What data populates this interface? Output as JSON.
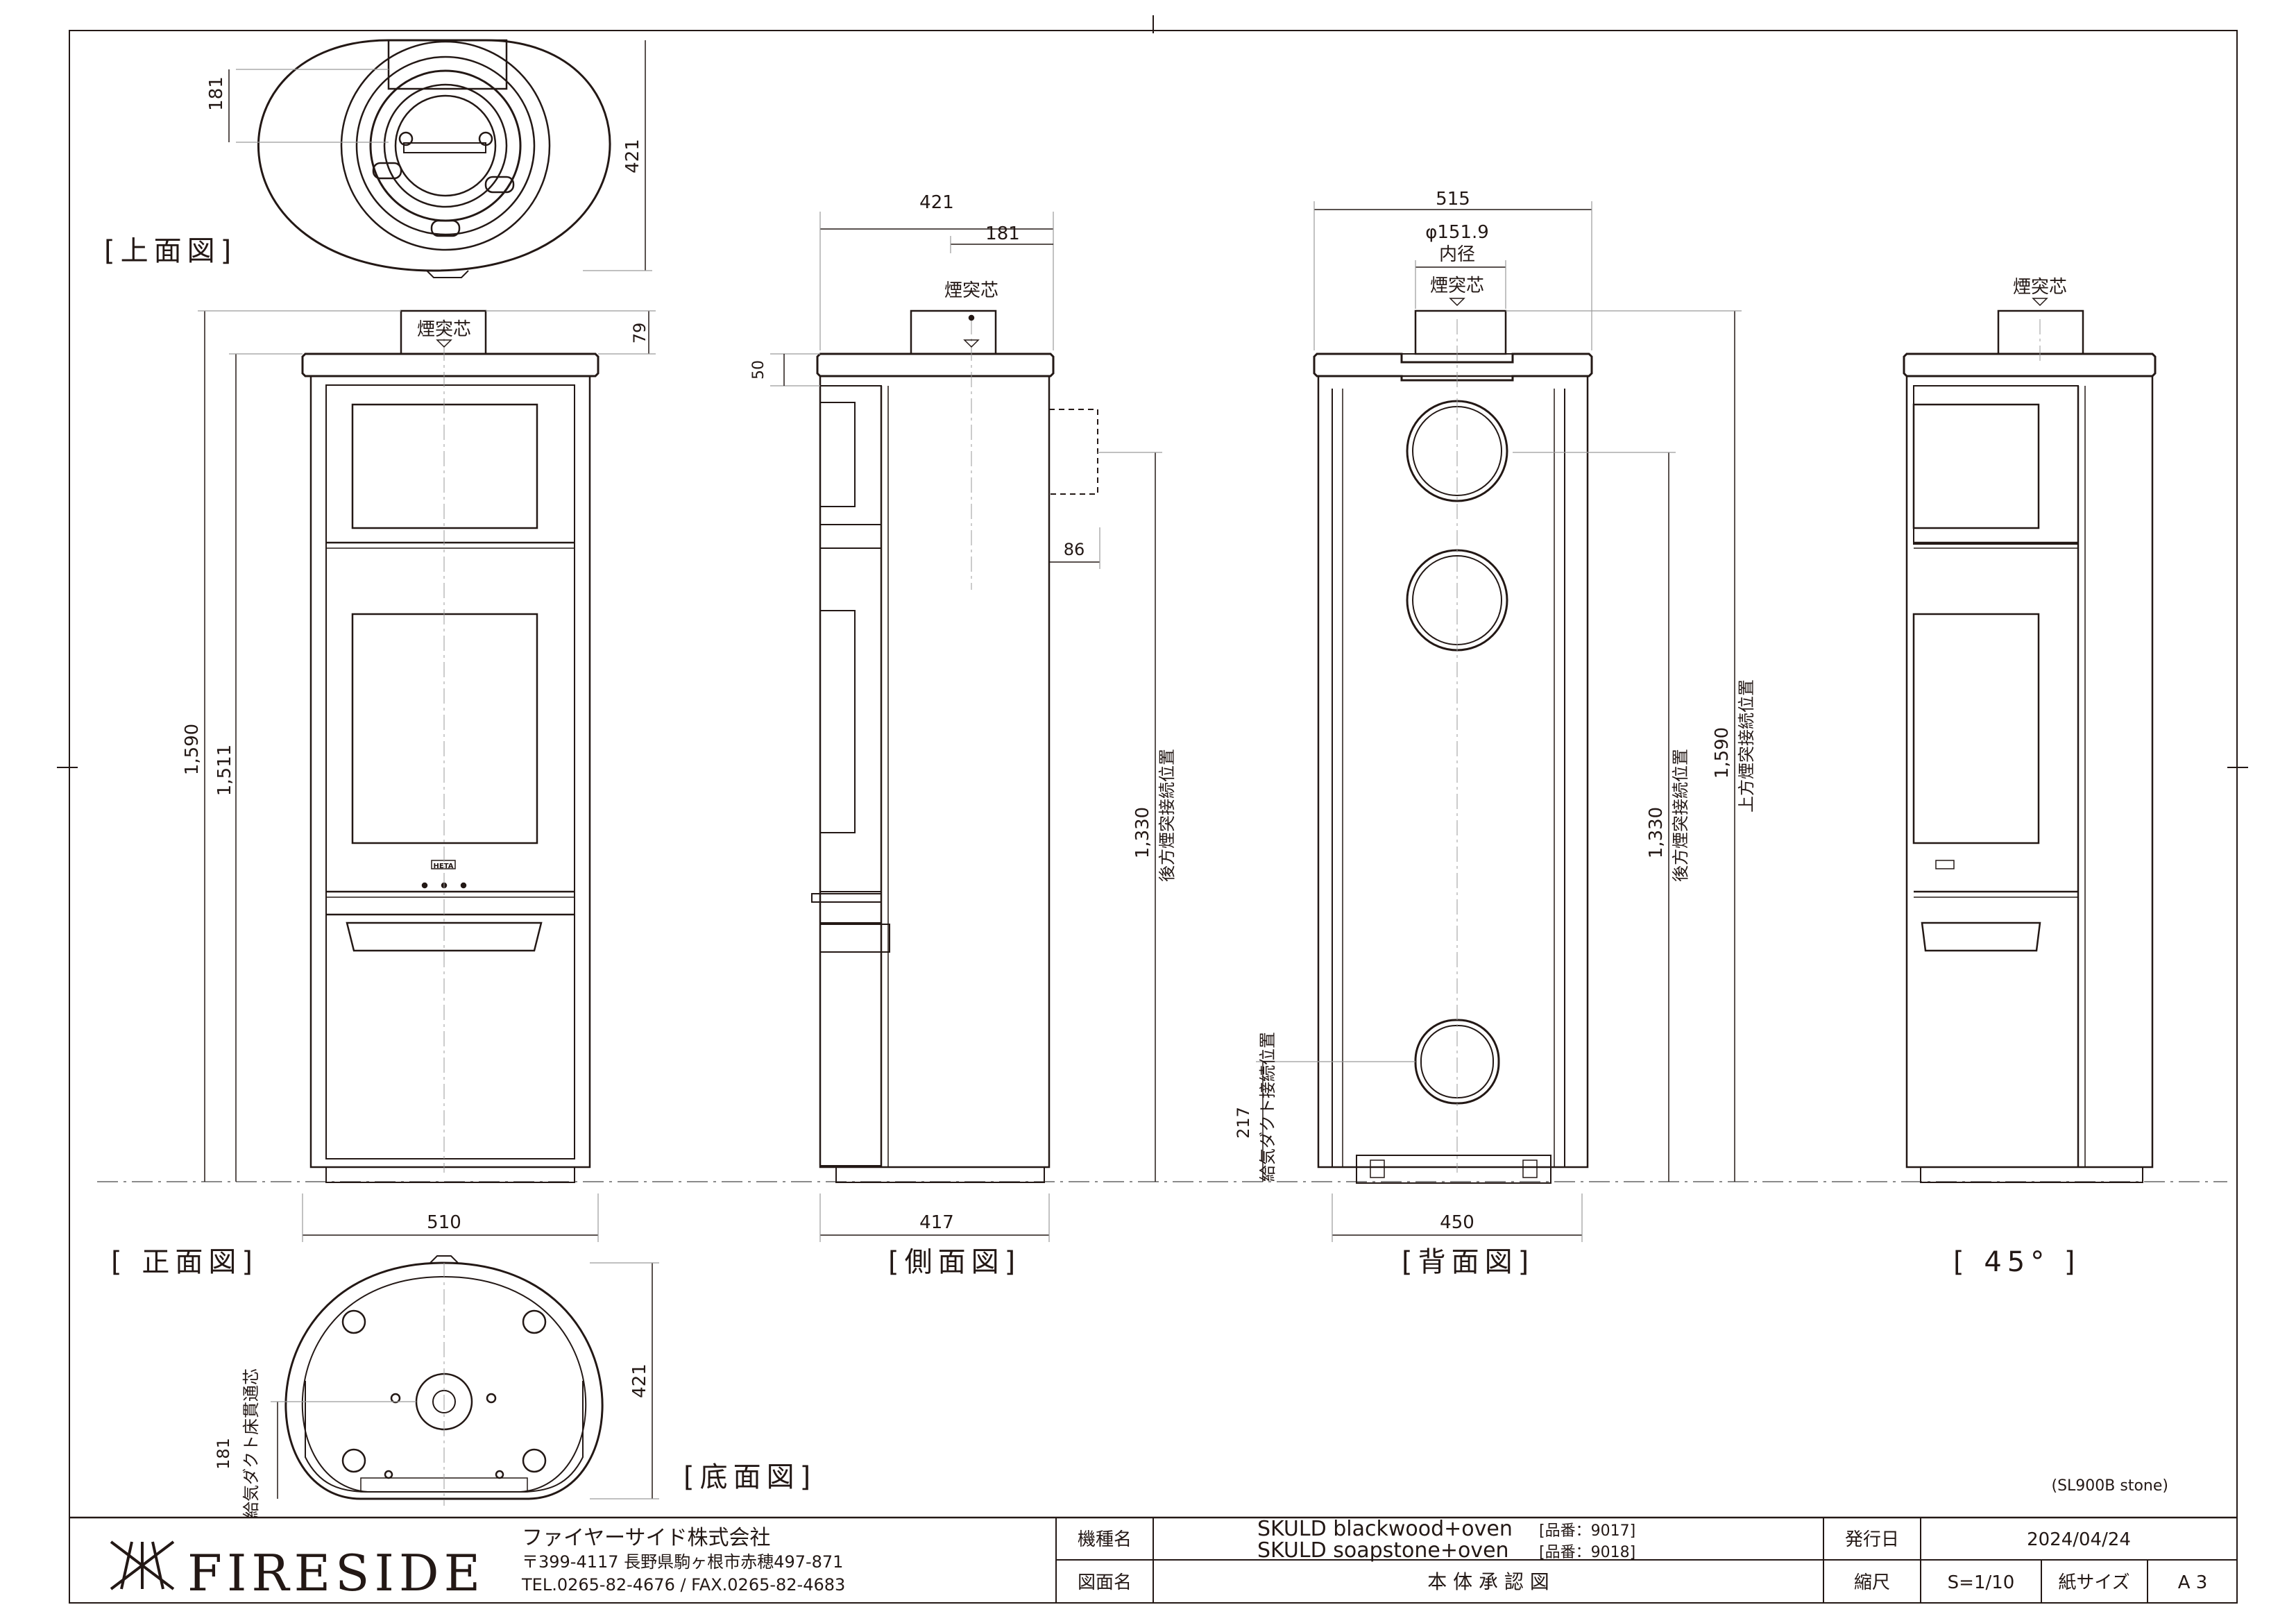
{
  "views": {
    "top": "[上面図]",
    "front": "[ 正面図]",
    "side": "[側面図]",
    "back": "[背面図]",
    "angle": "[ 45° ]",
    "bottom": "[底面図]"
  },
  "labels": {
    "chimney_center": "煙突芯",
    "inner_diameter_value": "φ151.9",
    "inner_diameter_label": "内径",
    "rear_flue_position": "後方煙突接続位置",
    "top_flue_position": "上方煙突接続位置",
    "air_duct_position": "給気ダクト接続位置",
    "air_duct_floor": "給気ダクト床貫通芯",
    "logo_badge": "HETA",
    "model_note": "(SL900B stone)"
  },
  "dimensions": {
    "top_181": "181",
    "top_421": "421",
    "front_79": "79",
    "front_1590": "1,590",
    "front_1511": "1,511",
    "front_510": "510",
    "side_421": "421",
    "side_181": "181",
    "side_50": "50",
    "side_86": "86",
    "side_1330": "1,330",
    "side_417": "417",
    "back_515": "515",
    "back_1330": "1,330",
    "back_1590": "1,590",
    "back_217": "217",
    "back_450": "450",
    "bottom_421": "421",
    "bottom_181": "181"
  },
  "title_block": {
    "company_logo": "FIRESIDE",
    "company_name": "ファイヤーサイド株式会社",
    "address": "〒399-4117 長野県駒ヶ根市赤穂497-871",
    "tel_fax": "TEL.0265-82-4676 / FAX.0265-82-4683",
    "model_label": "機種名",
    "model_line1": "SKULD blackwood+oven",
    "model_code1": "[品番：9017]",
    "model_line2": "SKULD soapstone+oven",
    "model_code2": "[品番：9018]",
    "drawing_label": "図面名",
    "drawing_name": "本 体 承 認 図",
    "issue_label": "発行日",
    "issue_date": "2024/04/24",
    "scale_label": "縮尺",
    "scale_value": "S=1/10",
    "paper_label": "紙サイズ",
    "paper_value": "A 3"
  }
}
